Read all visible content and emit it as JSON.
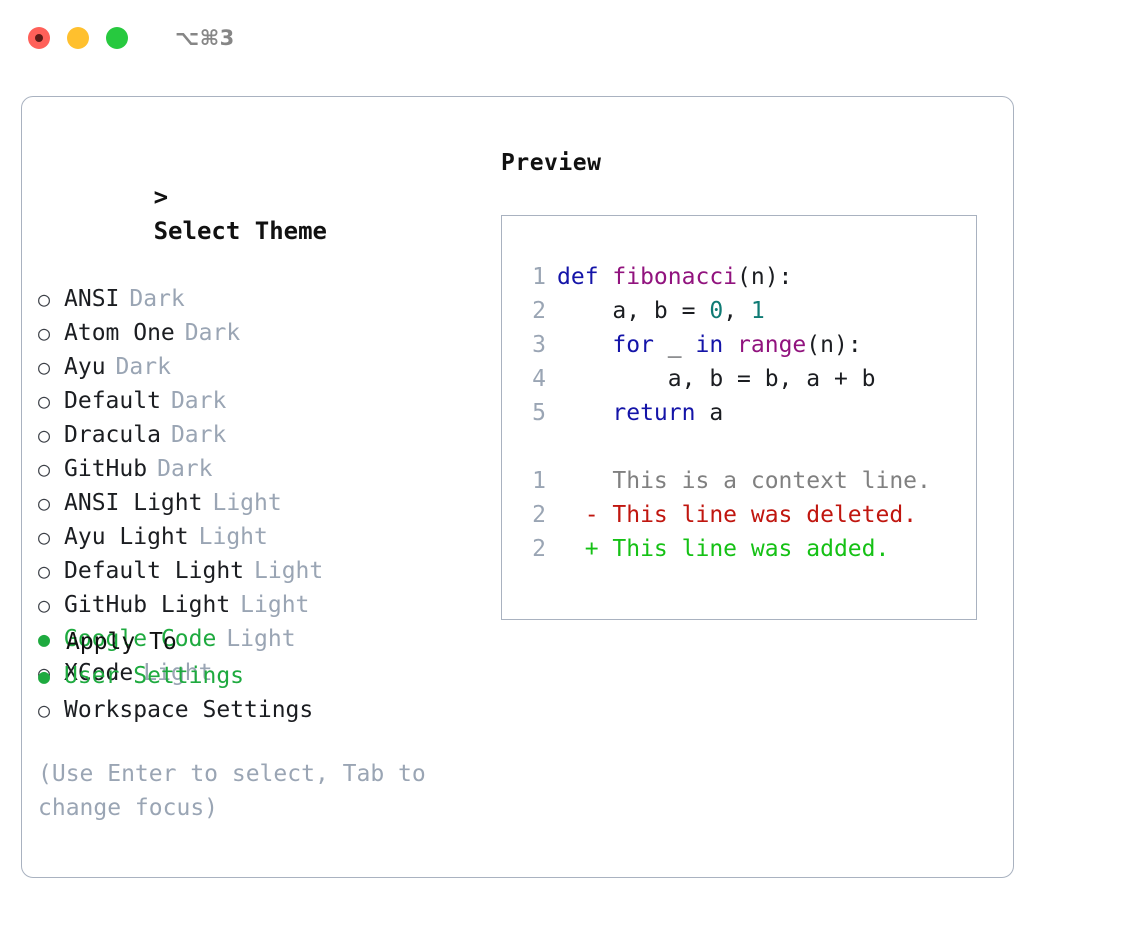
{
  "window": {
    "shortcut_label": "⌥⌘3",
    "traffic_lights": [
      "close-red",
      "minimize-yellow",
      "maximize-green"
    ]
  },
  "theme_list": {
    "caret": ">",
    "header": "Select Theme",
    "bullet_unselected": "○",
    "bullet_selected": "●",
    "items": [
      {
        "name": "ANSI",
        "kind": "Dark",
        "selected": false
      },
      {
        "name": "Atom One",
        "kind": "Dark",
        "selected": false
      },
      {
        "name": "Ayu",
        "kind": "Dark",
        "selected": false
      },
      {
        "name": "Default",
        "kind": "Dark",
        "selected": false
      },
      {
        "name": "Dracula",
        "kind": "Dark",
        "selected": false
      },
      {
        "name": "GitHub",
        "kind": "Dark",
        "selected": false
      },
      {
        "name": "ANSI Light",
        "kind": "Light",
        "selected": false
      },
      {
        "name": "Ayu Light",
        "kind": "Light",
        "selected": false
      },
      {
        "name": "Default Light",
        "kind": "Light",
        "selected": false
      },
      {
        "name": "GitHub Light",
        "kind": "Light",
        "selected": false
      },
      {
        "name": "Google Code",
        "kind": "Light",
        "selected": true
      },
      {
        "name": "XCode",
        "kind": "Light",
        "selected": false
      }
    ]
  },
  "apply_to": {
    "title": "Apply To",
    "options": [
      {
        "label": "User Settings",
        "selected": true
      },
      {
        "label": "Workspace Settings",
        "selected": false
      }
    ]
  },
  "hint": "(Use Enter to select, Tab to change focus)",
  "preview": {
    "title": "Preview",
    "code_lines": [
      {
        "num": "1",
        "tokens": [
          {
            "t": "def ",
            "c": "kw"
          },
          {
            "t": "fibonacci",
            "c": "fn"
          },
          {
            "t": "(n):",
            "c": "plain"
          }
        ]
      },
      {
        "num": "2",
        "tokens": [
          {
            "t": "    a, b = ",
            "c": "plain"
          },
          {
            "t": "0",
            "c": "num"
          },
          {
            "t": ", ",
            "c": "plain"
          },
          {
            "t": "1",
            "c": "num"
          }
        ]
      },
      {
        "num": "3",
        "tokens": [
          {
            "t": "    ",
            "c": "plain"
          },
          {
            "t": "for",
            "c": "kw"
          },
          {
            "t": " _ ",
            "c": "plain"
          },
          {
            "t": "in",
            "c": "kw"
          },
          {
            "t": " ",
            "c": "plain"
          },
          {
            "t": "range",
            "c": "fn"
          },
          {
            "t": "(n):",
            "c": "plain"
          }
        ]
      },
      {
        "num": "4",
        "tokens": [
          {
            "t": "        a, b = b, a + b",
            "c": "plain"
          }
        ]
      },
      {
        "num": "5",
        "tokens": [
          {
            "t": "    ",
            "c": "plain"
          },
          {
            "t": "return",
            "c": "kw"
          },
          {
            "t": " a",
            "c": "plain"
          }
        ]
      }
    ],
    "diff_lines": [
      {
        "num": "1",
        "marker": "  ",
        "text": "This is a context line.",
        "kind": "ctx"
      },
      {
        "num": "2",
        "marker": "- ",
        "text": "This line was deleted.",
        "kind": "del"
      },
      {
        "num": "2",
        "marker": "+ ",
        "text": "This line was added.",
        "kind": "add"
      }
    ]
  },
  "colors": {
    "accent_green": "#1eaa3f",
    "muted": "#9aa5b4",
    "border": "#a9b2c0",
    "keyword": "#1414a8",
    "function": "#91137e",
    "number": "#0f7b74",
    "diff_context": "#808080",
    "diff_deleted": "#c0160f",
    "diff_added": "#15c115"
  }
}
